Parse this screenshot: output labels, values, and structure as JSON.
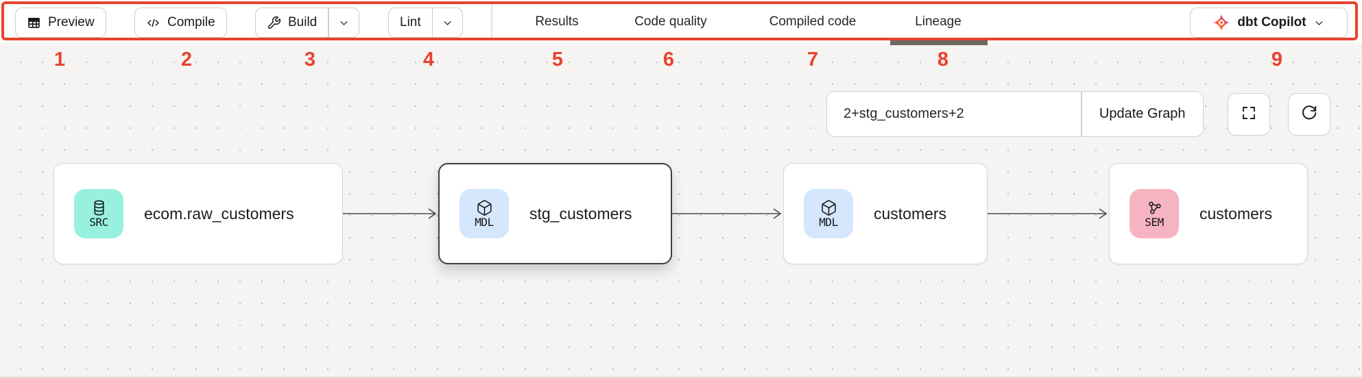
{
  "toolbar": {
    "preview": {
      "label": "Preview"
    },
    "compile": {
      "label": "Compile"
    },
    "build": {
      "label": "Build"
    },
    "lint": {
      "label": "Lint"
    },
    "tabs": [
      {
        "label": "Results"
      },
      {
        "label": "Code quality"
      },
      {
        "label": "Compiled code"
      },
      {
        "label": "Lineage"
      }
    ],
    "active_tab": "Lineage",
    "copilot": {
      "label": "dbt Copilot"
    }
  },
  "annotations": {
    "color": "#e8422c",
    "numbers": [
      "1",
      "2",
      "3",
      "4",
      "5",
      "6",
      "7",
      "8",
      "9"
    ]
  },
  "lineage": {
    "selector": {
      "value": "2+stg_customers+2",
      "update_button": "Update Graph"
    },
    "nodes": [
      {
        "badge": "SRC",
        "label": "ecom.raw_customers",
        "badge_color": "#98f1de",
        "icon": "database-icon",
        "selected": false
      },
      {
        "badge": "MDL",
        "label": "stg_customers",
        "badge_color": "#d5e7fd",
        "icon": "cube-icon",
        "selected": true
      },
      {
        "badge": "MDL",
        "label": "customers",
        "badge_color": "#d5e7fd",
        "icon": "cube-icon",
        "selected": false
      },
      {
        "badge": "SEM",
        "label": "customers",
        "badge_color": "#f6b3c1",
        "icon": "semantic-model-icon",
        "selected": false
      }
    ]
  },
  "colors": {
    "annotation_red": "#e8422c",
    "active_tab_underline": "#6f6862",
    "badge_source": "#98f1de",
    "badge_model": "#d5e7fd",
    "badge_semantic": "#f6b3c1"
  }
}
